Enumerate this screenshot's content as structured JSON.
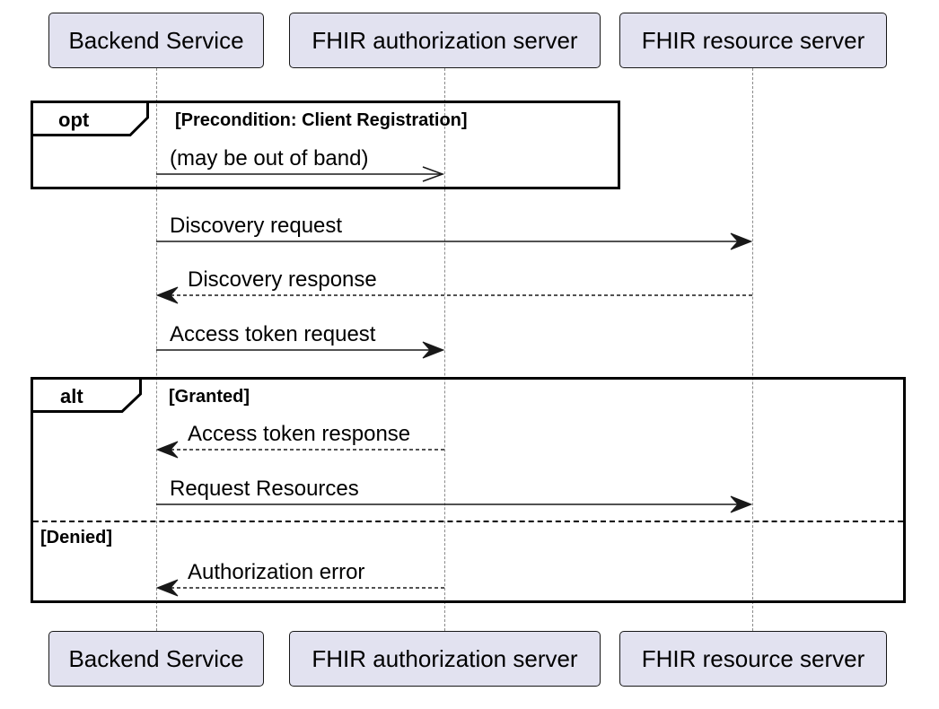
{
  "participants": [
    {
      "name": "Backend Service"
    },
    {
      "name": "FHIR authorization server"
    },
    {
      "name": "FHIR resource server"
    }
  ],
  "fragments": {
    "opt": {
      "keyword": "opt",
      "guard": "[Precondition: Client Registration]"
    },
    "alt": {
      "keyword": "alt",
      "guard": "[Granted]",
      "else_guard": "[Denied]"
    }
  },
  "messages": [
    {
      "label": "(may be out of band)",
      "from": "Backend Service",
      "to": "FHIR authorization server",
      "style": "solid-open"
    },
    {
      "label": "Discovery request",
      "from": "Backend Service",
      "to": "FHIR resource server",
      "style": "solid"
    },
    {
      "label": "Discovery response",
      "from": "FHIR resource server",
      "to": "Backend Service",
      "style": "dashed"
    },
    {
      "label": "Access token request",
      "from": "Backend Service",
      "to": "FHIR authorization server",
      "style": "solid"
    },
    {
      "label": "Access token response",
      "from": "FHIR authorization server",
      "to": "Backend Service",
      "style": "dashed"
    },
    {
      "label": "Request Resources",
      "from": "Backend Service",
      "to": "FHIR resource server",
      "style": "solid"
    },
    {
      "label": "Authorization error",
      "from": "FHIR authorization server",
      "to": "Backend Service",
      "style": "dashed"
    }
  ],
  "colors": {
    "participant_fill": "#e2e2f0",
    "participant_border": "#181818",
    "lifeline": "#8a8a8a",
    "arrow": "#181818"
  }
}
